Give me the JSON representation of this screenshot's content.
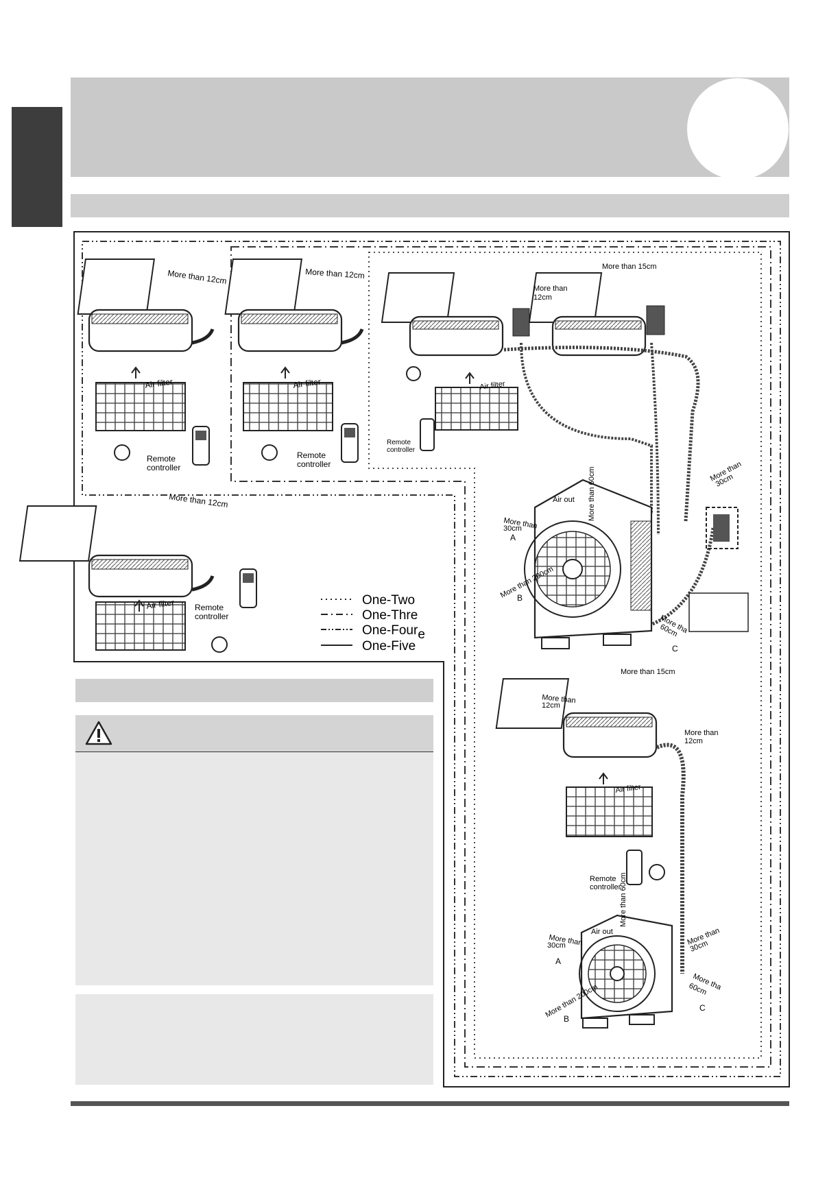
{
  "diagram": {
    "spacing": {
      "more_than_12cm": "More than 12cm",
      "more_than_12cm_split": [
        "More than",
        "12cm"
      ],
      "more_than_15cm": "More than 15cm",
      "more_than_60cm": "More than 60cm",
      "more_than_30cm": [
        "More than",
        "30cm"
      ],
      "more_than_200cm": "More than 200cm",
      "more_tha_60cm": [
        "More tha",
        "60cm"
      ]
    },
    "labels": {
      "air_filter": "Air filter",
      "remote_controller": [
        "Remote",
        "controller"
      ],
      "air_out": "Air out",
      "a": "A",
      "b": "B",
      "c": "C"
    },
    "legend": [
      {
        "label": "One-Two",
        "style": "dotted"
      },
      {
        "label": "One-Thre",
        "style": "dashdot"
      },
      {
        "label": "One-Four",
        "suffix": "e",
        "style": "dashdotdot"
      },
      {
        "label": "One-Five",
        "style": "solid"
      }
    ]
  },
  "colors": {
    "band": "#c9c9c9",
    "tab": "#3d3d3d",
    "panel": "#e8e8e8"
  }
}
